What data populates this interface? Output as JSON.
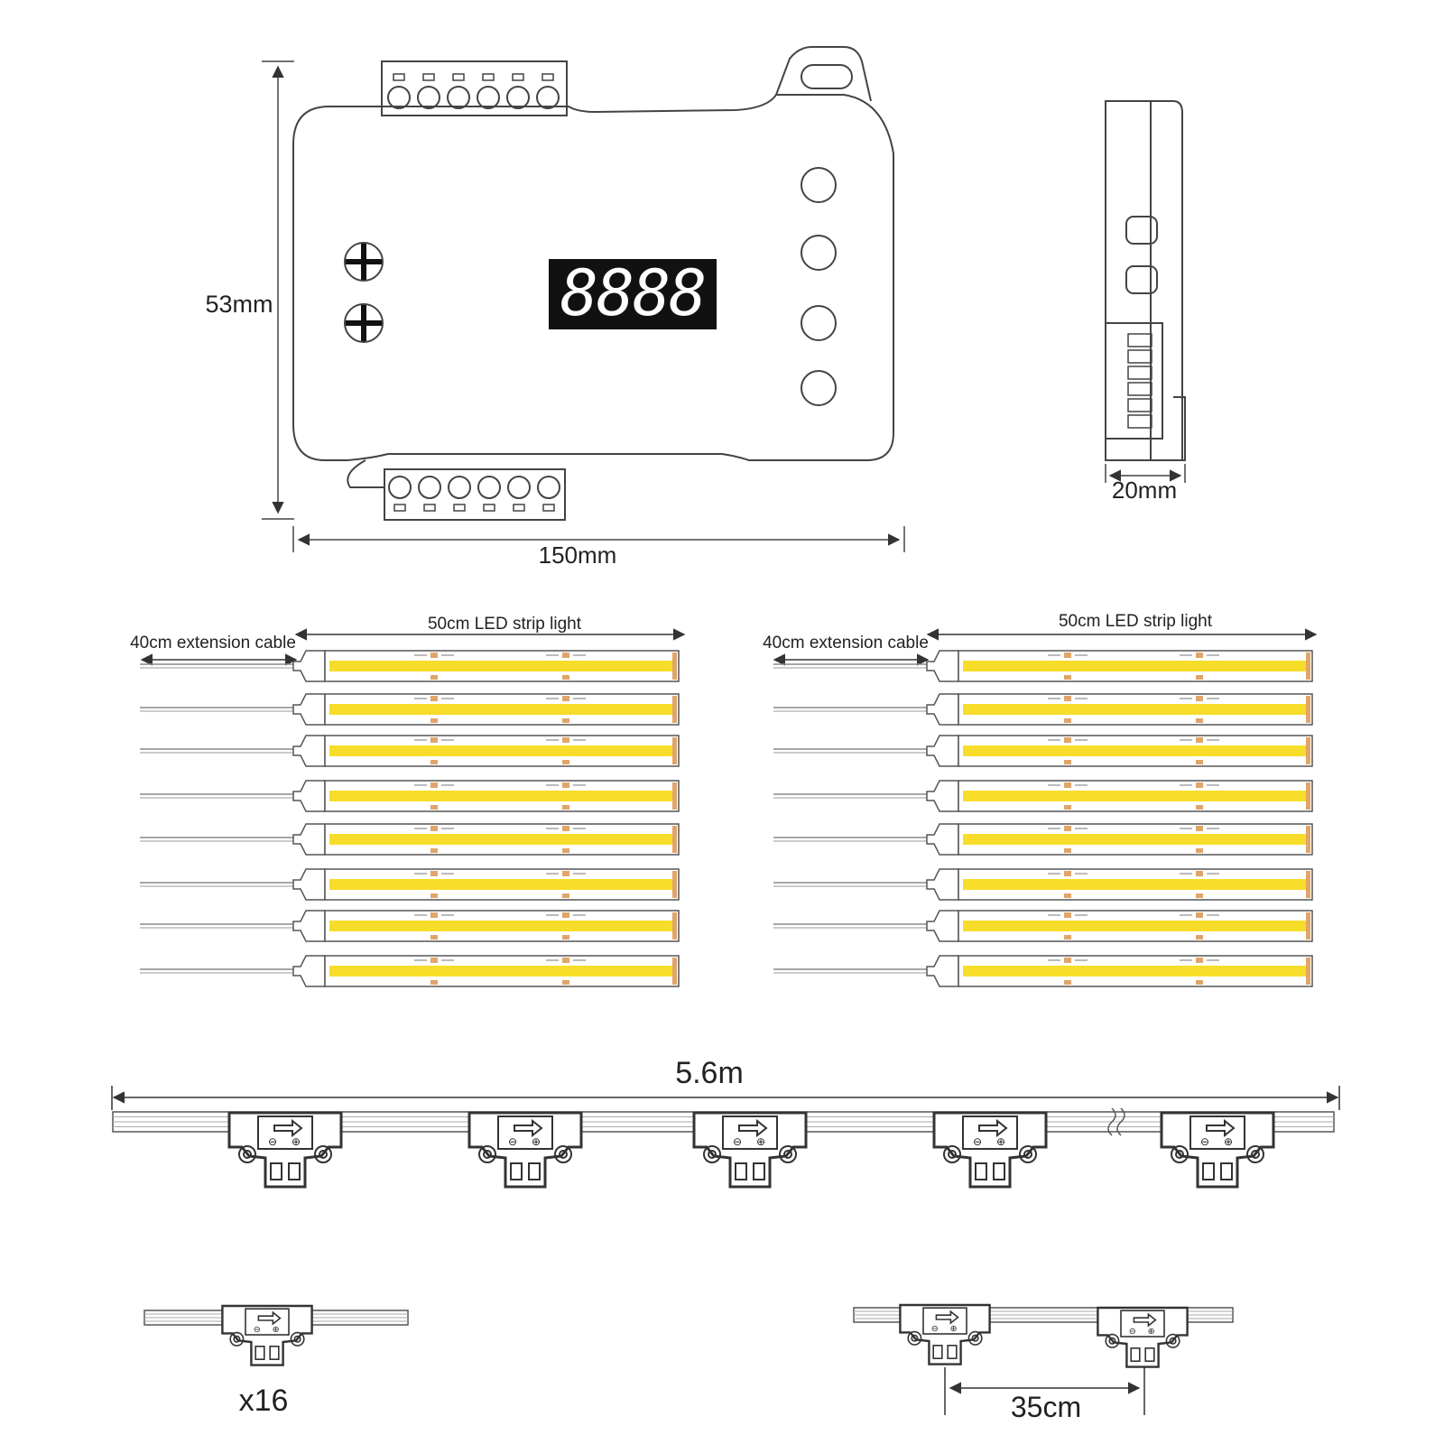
{
  "controller": {
    "height_label": "53mm",
    "width_label": "150mm",
    "depth_label": "20mm",
    "display_digits": "8888"
  },
  "strips": {
    "left": {
      "cable_label": "40cm extension cable",
      "strip_label": "50cm LED strip light",
      "count": 8
    },
    "right": {
      "cable_label": "40cm extension cable",
      "strip_label": "50cm LED strip light",
      "count": 8
    }
  },
  "connector_cable": {
    "length_label": "5.6m",
    "connector_count_shown": 5
  },
  "details": {
    "quantity_label": "x16",
    "spacing_label": "35cm"
  },
  "colors": {
    "led": "#f7dd2a",
    "line": "#333333",
    "pad": "#e0a56a"
  }
}
